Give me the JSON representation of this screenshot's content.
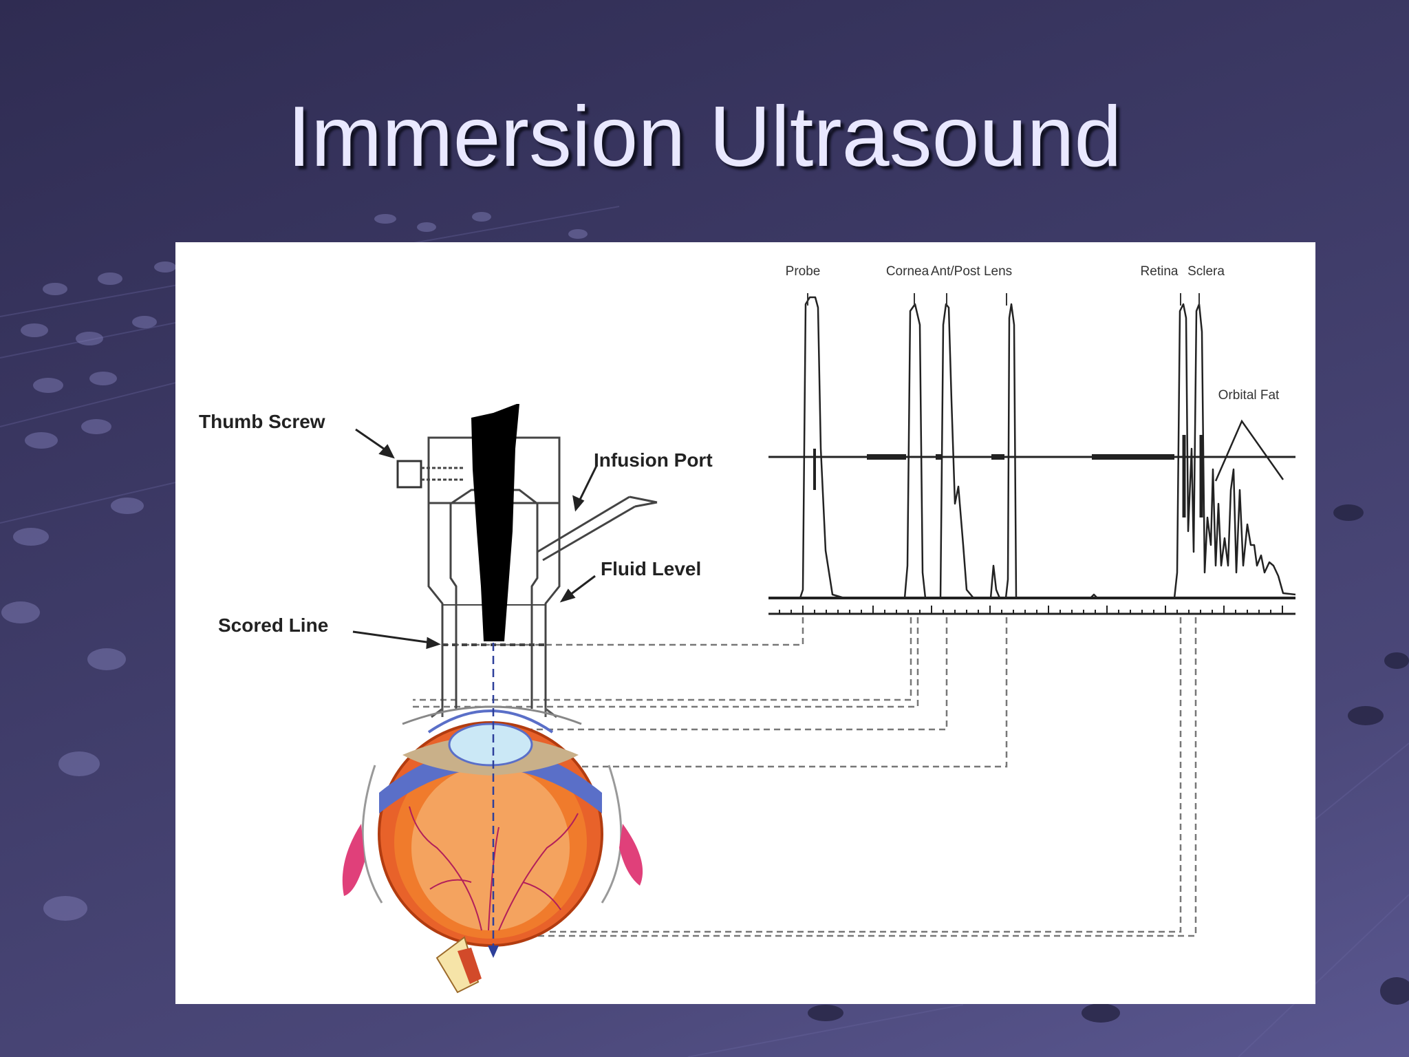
{
  "slide": {
    "title": "Immersion Ultrasound"
  },
  "diagram": {
    "device_labels": {
      "thumb_screw": "Thumb Screw",
      "infusion_port": "Infusion Port",
      "fluid_level": "Fluid Level",
      "scored_line": "Scored Line"
    },
    "echo_labels": {
      "probe": "Probe",
      "cornea": "Cornea",
      "lens": "Ant/Post Lens",
      "retina": "Retina",
      "sclera": "Sclera",
      "orbital_fat": "Orbital Fat"
    }
  },
  "colors": {
    "background": "#3d3a66",
    "title": "#e9e8ff",
    "panel": "#ffffff",
    "iris": "#5a6fc8",
    "globe": "#e8622a",
    "muscle": "#e0407a"
  },
  "icons": {
    "echo_trace": "a-scan-waveform-icon",
    "eye": "eye-cross-section-icon",
    "probe": "ultrasound-probe-icon"
  }
}
